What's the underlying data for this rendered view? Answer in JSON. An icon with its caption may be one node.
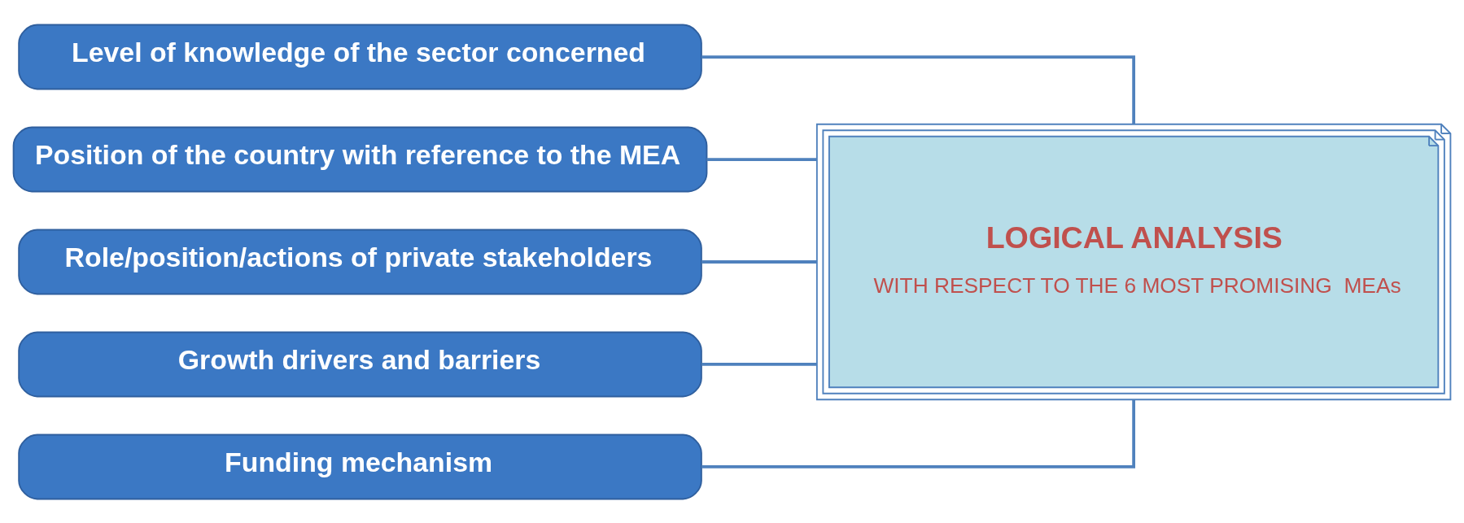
{
  "diagram": {
    "nodes": [
      {
        "text": [
          "Level of knowledge of the sector concerned"
        ]
      },
      {
        "text": [
          "Position of the country with reference to the MEA"
        ]
      },
      {
        "text": [
          "Role/position/actions of private stakeholders"
        ]
      },
      {
        "text": [
          "Growth drivers and barriers"
        ]
      },
      {
        "text": [
          "Funding mechanism"
        ]
      },
      {
        "text": [
          "LOGICAL ANALYSIS",
          "WITH RESPECT TO THE 6 MOST PROMISING  MEAs"
        ]
      }
    ],
    "edges": [
      {
        "from": 0,
        "to": 5,
        "arrow": "none"
      },
      {
        "from": 1,
        "to": 5,
        "arrow": "none"
      },
      {
        "from": 2,
        "to": 5,
        "arrow": "none"
      },
      {
        "from": 3,
        "to": 5,
        "arrow": "none"
      },
      {
        "from": 4,
        "to": 5,
        "arrow": "none"
      }
    ]
  }
}
